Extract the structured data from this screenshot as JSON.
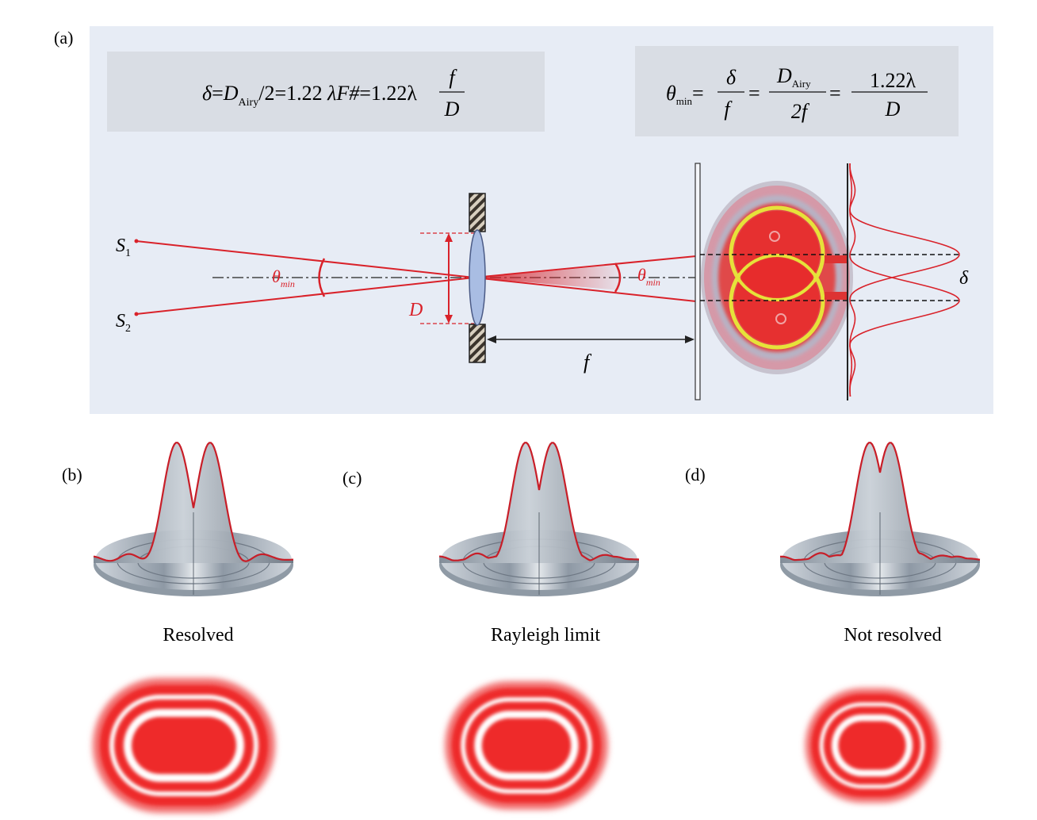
{
  "panel_labels": {
    "a": "(a)",
    "b": "(b)",
    "c": "(c)",
    "d": "(d)"
  },
  "formula_left": {
    "delta": "δ",
    "eq1": "=",
    "d_sym": "D",
    "d_sub": "Airy",
    "slash_two": "/2=1.22 ",
    "lambda_f": "λF#",
    "eq_coef": "=1.22λ",
    "frac_num": "f",
    "frac_den": "D"
  },
  "formula_right": {
    "theta": "θ",
    "theta_sub": "min",
    "eq": "=",
    "frac1_num": "δ",
    "frac1_den": "f",
    "frac2_num": "D",
    "frac2_num_sub": "Airy",
    "frac2_den": "2f",
    "frac3_num": "1.22λ",
    "frac3_den": "D"
  },
  "optics": {
    "s1": "S",
    "s1_sub": "1",
    "s2": "S",
    "s2_sub": "2",
    "theta_left": "θ",
    "theta_left_sub": "min",
    "theta_right": "θ",
    "theta_right_sub": "min",
    "aperture": "D",
    "focal": "f",
    "delta": "δ"
  },
  "captions": {
    "b": "Resolved",
    "c": "Rayleigh limit",
    "d": "Not resolved"
  },
  "colors": {
    "panel_bg": "#e7ecf5",
    "formula_bg": "#d9dde4",
    "ray": "#d9222a",
    "lens": "#a9bde3",
    "surface": "#9aa6b1",
    "ring_red": "#ee2a2a",
    "yellow": "#e6e23a"
  }
}
